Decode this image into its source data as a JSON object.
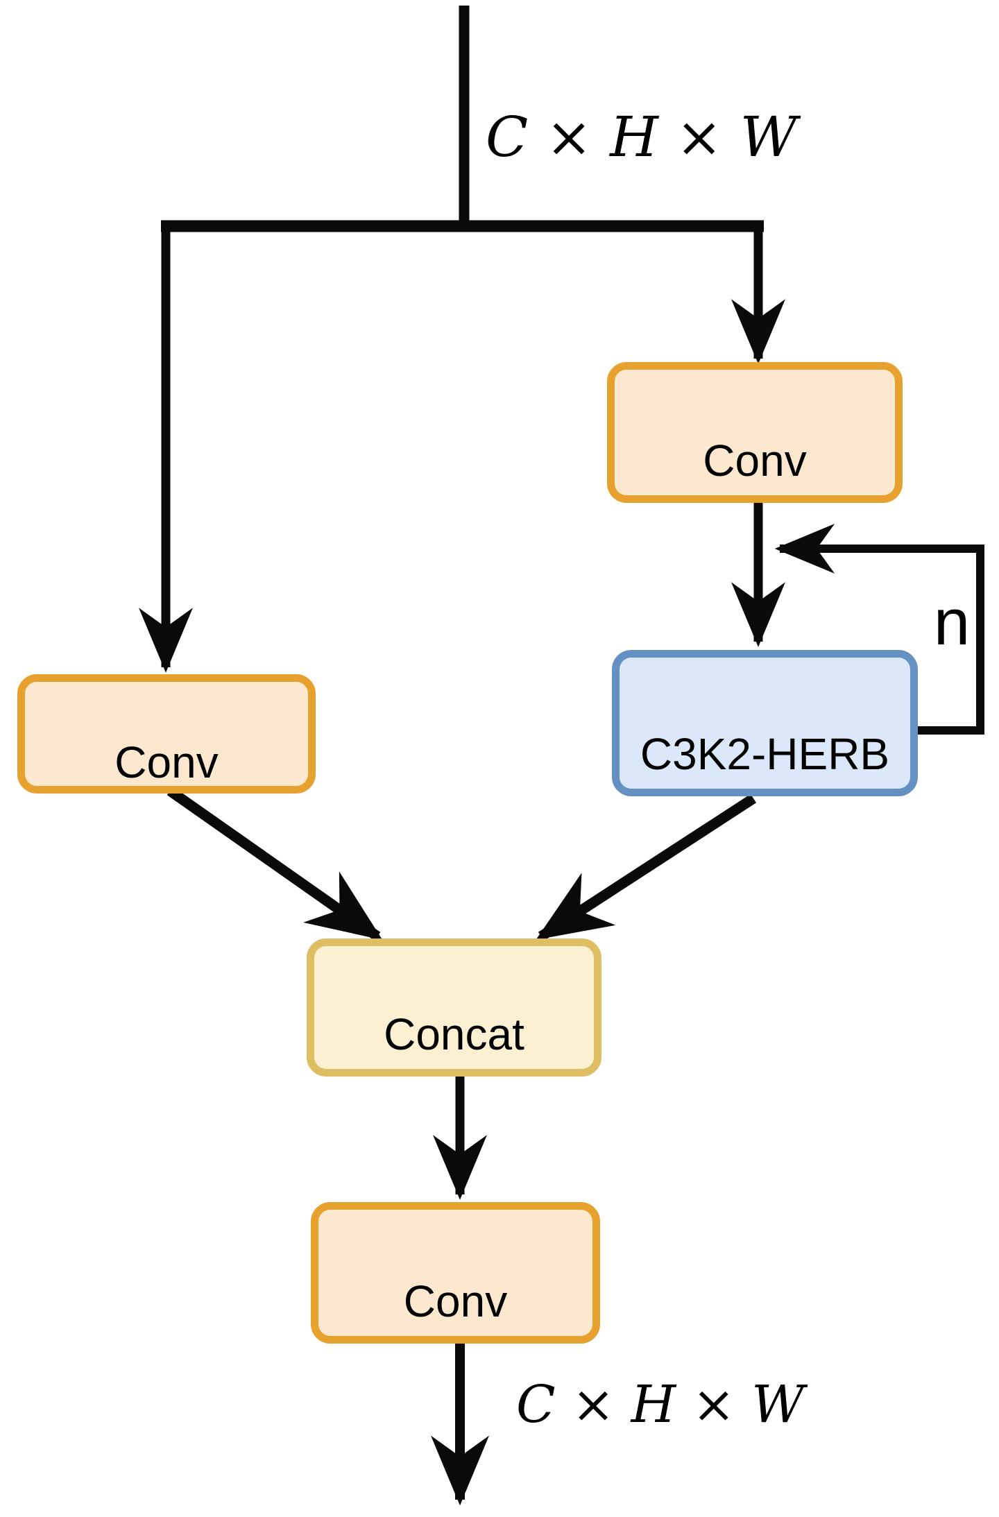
{
  "figure": {
    "input_dims_label": "C × H × W",
    "output_dims_label": "C × H × W",
    "repeat_count_label": "n"
  },
  "nodes": {
    "conv_right": "Conv",
    "conv_left": "Conv",
    "herb": "C3K2-HERB",
    "concat": "Concat",
    "conv_out": "Conv"
  },
  "colors": {
    "background": "#ffffff",
    "edge": "#0a0a0a",
    "text": "#000000",
    "conv_fill": "#fce7cf",
    "conv_stroke": "#e7a12f",
    "herb_fill": "#dae8f9",
    "herb_stroke": "#6590c2",
    "concat_fill": "#fbf0d2",
    "concat_stroke": "#dfbd62"
  }
}
